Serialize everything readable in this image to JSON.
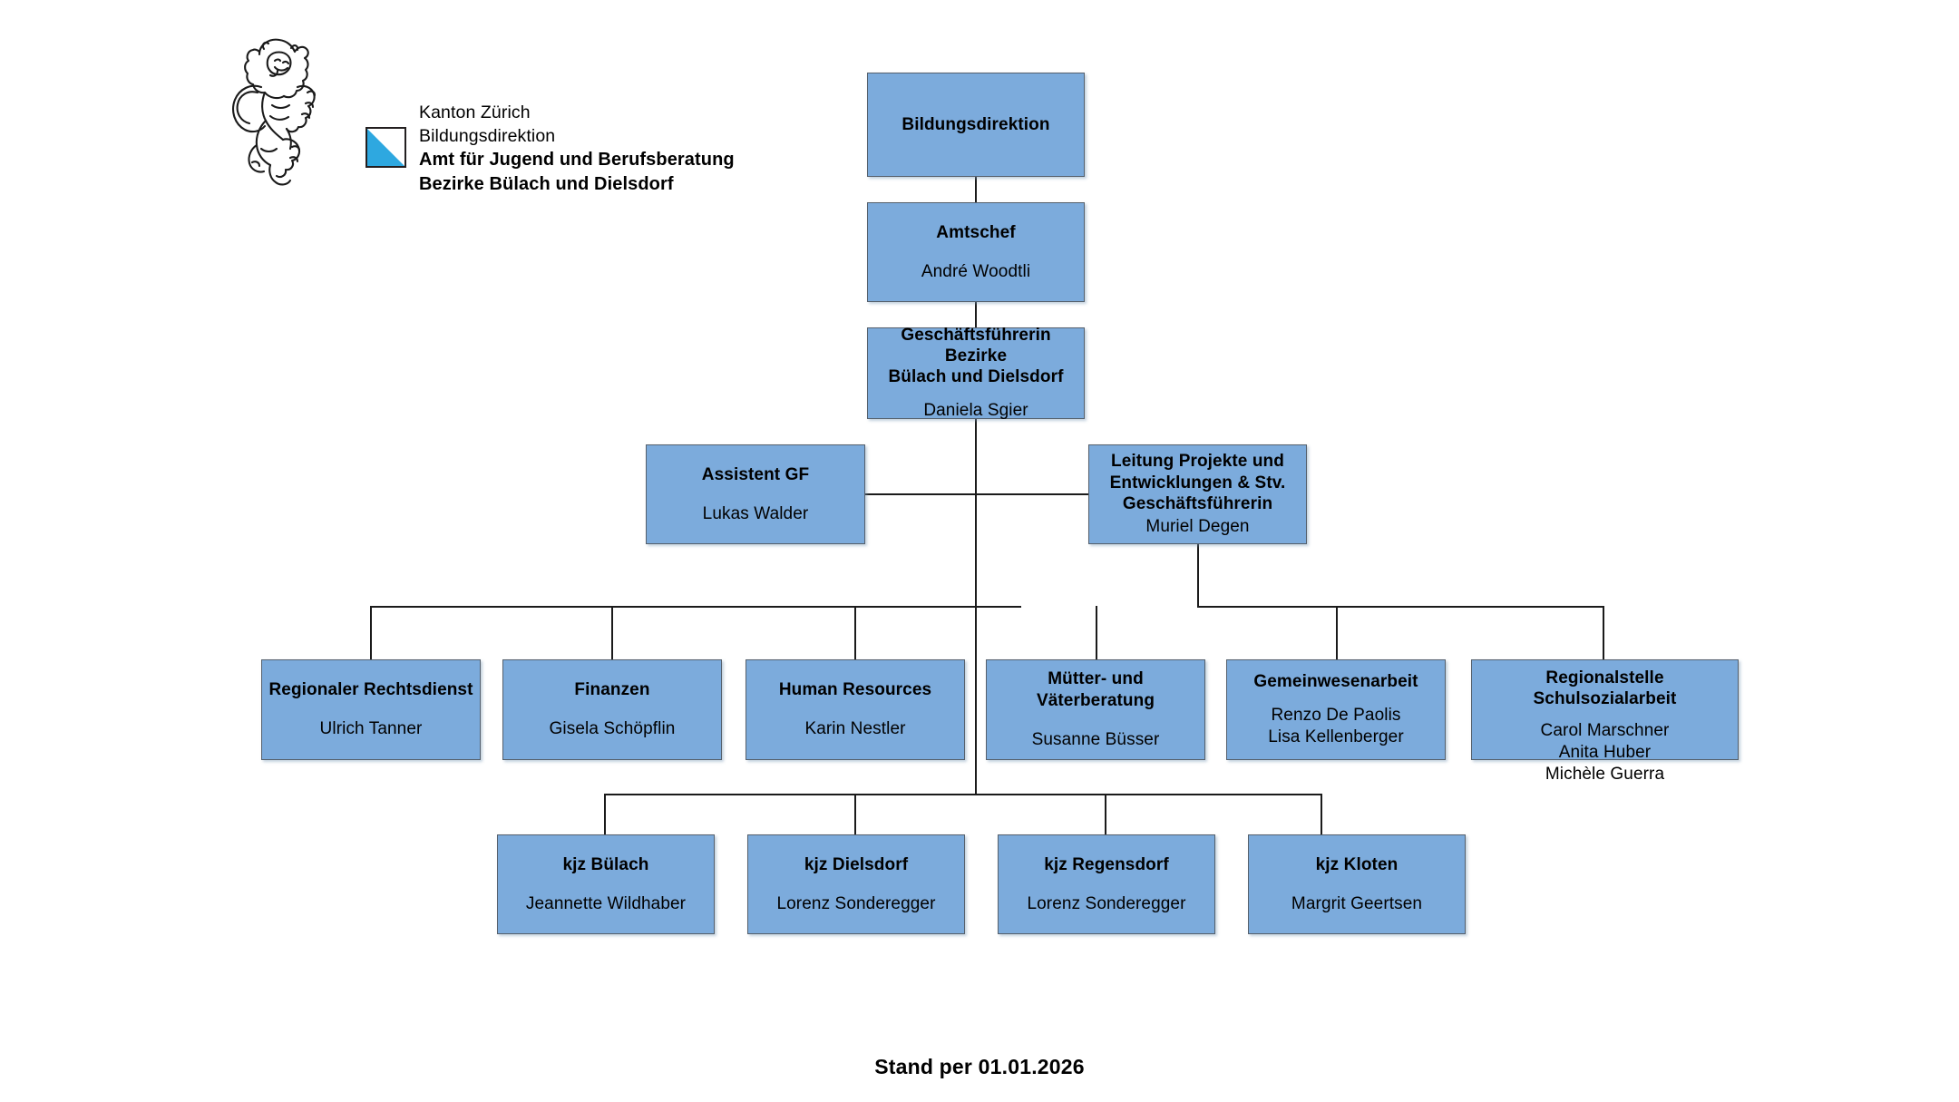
{
  "logo": {
    "icon": "zurich-lion-coat-of-arms",
    "flag_icon": "zurich-flag-diagonal",
    "lines": [
      {
        "text": "Kanton Zürich",
        "bold": false
      },
      {
        "text": "Bildungsdirektion",
        "bold": false
      },
      {
        "text": "Amt für Jugend und Berufsberatung",
        "bold": true
      },
      {
        "text": "Bezirke Bülach und Dielsdorf",
        "bold": true
      }
    ]
  },
  "colors": {
    "node_fill": "#7cabdc",
    "node_border": "#55606c",
    "line": "#1b1b1b",
    "flag_accent": "#2ea8e0",
    "background": "#ffffff"
  },
  "chart_data": {
    "type": "diagram",
    "diagram_type": "organization-chart",
    "title": "Amt für Jugend und Berufsberatung – Bezirke Bülach und Dielsdorf",
    "nodes": [
      {
        "id": "bildungsdirektion",
        "title": "Bildungsdirektion",
        "people": [],
        "level": 0
      },
      {
        "id": "amtschef",
        "title": "Amtschef",
        "people": [
          "André Woodtli"
        ],
        "level": 1
      },
      {
        "id": "geschaeftsfuehrerin",
        "title": "Geschäftsführerin Bezirke Bülach und Dielsdorf",
        "people": [
          "Daniela Sgier"
        ],
        "level": 2
      },
      {
        "id": "assistent-gf",
        "title": "Assistent GF",
        "people": [
          "Lukas Walder"
        ],
        "level": 3
      },
      {
        "id": "leitung-projekte",
        "title": "Leitung Projekte und Entwicklungen & Stv. Geschäftsführerin",
        "people": [
          "Muriel Degen"
        ],
        "level": 3
      },
      {
        "id": "regionaler-rechtsdienst",
        "title": "Regionaler Rechtsdienst",
        "people": [
          "Ulrich Tanner"
        ],
        "level": 4
      },
      {
        "id": "finanzen",
        "title": "Finanzen",
        "people": [
          "Gisela Schöpflin"
        ],
        "level": 4
      },
      {
        "id": "human-resources",
        "title": "Human Resources",
        "people": [
          "Karin Nestler"
        ],
        "level": 4
      },
      {
        "id": "muetter-vaeterberatung",
        "title": "Mütter- und Väterberatung",
        "people": [
          "Susanne Büsser"
        ],
        "level": 4
      },
      {
        "id": "gemeinwesenarbeit",
        "title": "Gemeinwesenarbeit",
        "people": [
          "Renzo De Paolis",
          "Lisa Kellenberger"
        ],
        "level": 4
      },
      {
        "id": "regionalstelle-schulsozialarbeit",
        "title": "Regionalstelle Schulsozialarbeit",
        "people": [
          "Carol Marschner",
          "Anita Huber",
          "Michèle Guerra"
        ],
        "level": 4
      },
      {
        "id": "kjz-buelach",
        "title": "kjz Bülach",
        "people": [
          "Jeannette Wildhaber"
        ],
        "level": 5
      },
      {
        "id": "kjz-dielsdorf",
        "title": "kjz Dielsdorf",
        "people": [
          "Lorenz Sonderegger"
        ],
        "level": 5
      },
      {
        "id": "kjz-regensdorf",
        "title": "kjz Regensdorf",
        "people": [
          "Lorenz Sonderegger"
        ],
        "level": 5
      },
      {
        "id": "kjz-kloten",
        "title": "kjz Kloten",
        "people": [
          "Margrit Geertsen"
        ],
        "level": 5
      }
    ],
    "edges": [
      {
        "from": "bildungsdirektion",
        "to": "amtschef"
      },
      {
        "from": "amtschef",
        "to": "geschaeftsfuehrerin"
      },
      {
        "from": "geschaeftsfuehrerin",
        "to": "assistent-gf"
      },
      {
        "from": "geschaeftsfuehrerin",
        "to": "leitung-projekte"
      },
      {
        "from": "geschaeftsfuehrerin",
        "to": "regionaler-rechtsdienst"
      },
      {
        "from": "geschaeftsfuehrerin",
        "to": "finanzen"
      },
      {
        "from": "geschaeftsfuehrerin",
        "to": "human-resources"
      },
      {
        "from": "geschaeftsfuehrerin",
        "to": "muetter-vaeterberatung"
      },
      {
        "from": "leitung-projekte",
        "to": "gemeinwesenarbeit"
      },
      {
        "from": "leitung-projekte",
        "to": "regionalstelle-schulsozialarbeit"
      },
      {
        "from": "geschaeftsfuehrerin",
        "to": "kjz-buelach"
      },
      {
        "from": "geschaeftsfuehrerin",
        "to": "kjz-dielsdorf"
      },
      {
        "from": "geschaeftsfuehrerin",
        "to": "kjz-regensdorf"
      },
      {
        "from": "geschaeftsfuehrerin",
        "to": "kjz-kloten"
      }
    ]
  },
  "footer": {
    "stand_label": "Stand per 01.01.2026"
  }
}
